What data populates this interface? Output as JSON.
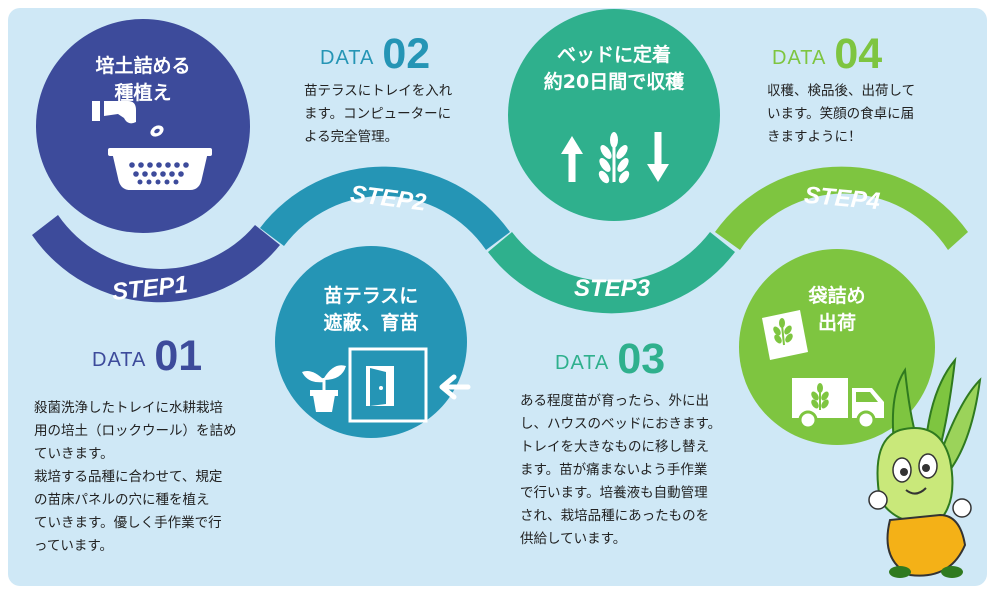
{
  "colors": {
    "background": "#cfe8f6",
    "step1": "#3d4b9b",
    "step2": "#2595b5",
    "step3": "#2fb08d",
    "step4": "#7ec540"
  },
  "steps": [
    {
      "label": "STEP1",
      "title_lines": [
        "培土詰める",
        "種植え"
      ],
      "icon": "seed-tray-icon"
    },
    {
      "label": "STEP2",
      "title_lines": [
        "苗テラスに",
        "遮蔽、育苗"
      ],
      "icon": "seedling-terrace-icon"
    },
    {
      "label": "STEP3",
      "title_lines": [
        "ベッドに定着",
        "約20日間で収穫"
      ],
      "icon": "growth-arrows-icon"
    },
    {
      "label": "STEP4",
      "title_lines": [
        "袋詰め",
        "出荷"
      ],
      "icon": "delivery-truck-icon"
    }
  ],
  "data_blocks": [
    {
      "word": "DATA",
      "number": "01",
      "lines": [
        "殺菌洗浄したトレイに水耕栽培",
        "用の培土（ロックウール）を詰め",
        "ていきます。",
        "栽培する品種に合わせて、規定",
        "の苗床パネルの穴に種を植え",
        "ていきます。優しく手作業で行",
        "っています。"
      ]
    },
    {
      "word": "DATA",
      "number": "02",
      "lines": [
        "苗テラスにトレイを入れ",
        "ます。コンピューターに",
        "よる完全管理。"
      ]
    },
    {
      "word": "DATA",
      "number": "03",
      "lines": [
        "ある程度苗が育ったら、外に出",
        "し、ハウスのベッドにおきます。",
        "トレイを大きなものに移し替え",
        "ます。苗が痛まないよう手作業",
        "で行います。培養液も自動管理",
        "され、栽培品種にあったものを",
        "供給しています。"
      ]
    },
    {
      "word": "DATA",
      "number": "04",
      "lines": [
        "収穫、検品後、出荷して",
        "います。笑顔の食卓に届",
        "きますように！"
      ]
    }
  ]
}
